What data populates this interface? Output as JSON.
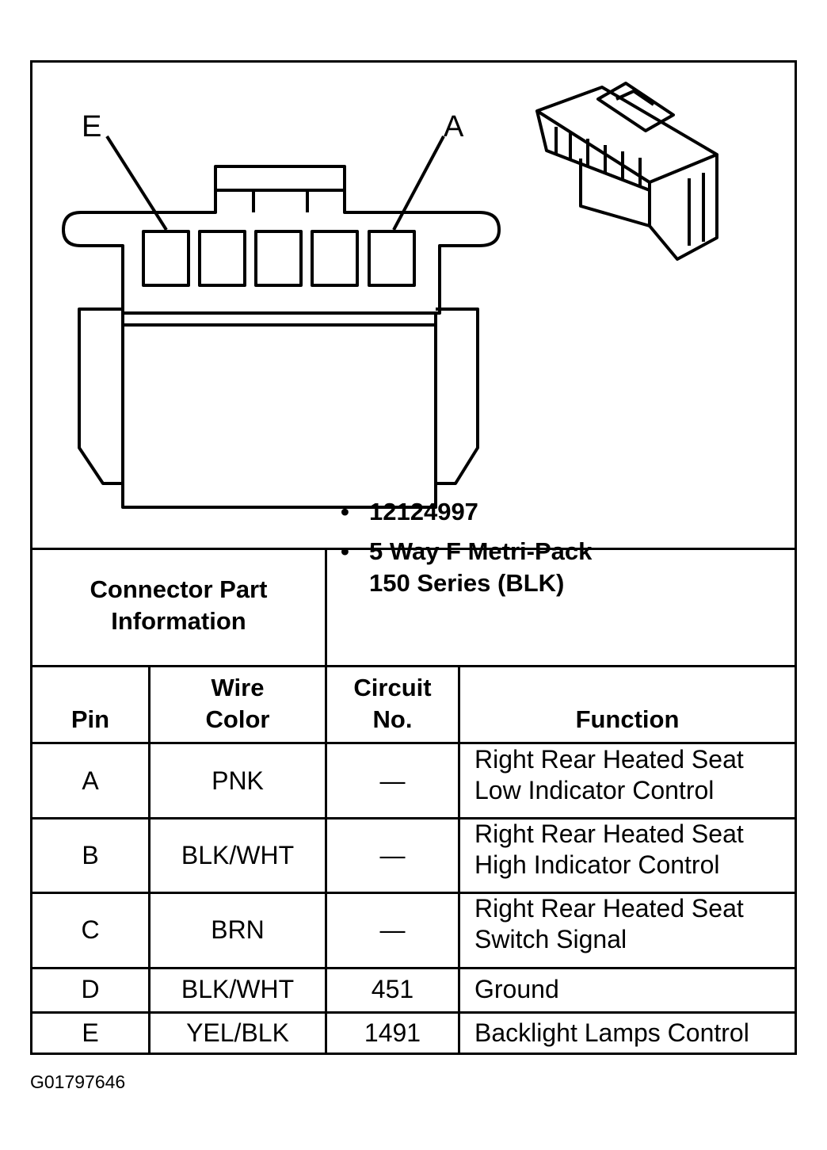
{
  "diagram": {
    "pin_labels": {
      "left": "E",
      "right": "A"
    }
  },
  "connector_info": {
    "label_line1": "Connector Part",
    "label_line2": "Information",
    "part_number": "12124997",
    "description_line1": "5 Way F Metri-Pack",
    "description_line2": "150 Series (BLK)",
    "bullet": "•"
  },
  "table": {
    "headers": {
      "pin": "Pin",
      "wire_color_line1": "Wire",
      "wire_color_line2": "Color",
      "circuit_line1": "Circuit",
      "circuit_line2": "No.",
      "function": "Function"
    },
    "rows": [
      {
        "pin": "A",
        "wire_color": "PNK",
        "circuit": "—",
        "function_line1": "Right Rear Heated Seat",
        "function_line2": "Low Indicator Control"
      },
      {
        "pin": "B",
        "wire_color": "BLK/WHT",
        "circuit": "—",
        "function_line1": "Right Rear Heated Seat",
        "function_line2": "High Indicator Control"
      },
      {
        "pin": "C",
        "wire_color": "BRN",
        "circuit": "—",
        "function_line1": "Right Rear Heated Seat",
        "function_line2": "Switch Signal"
      },
      {
        "pin": "D",
        "wire_color": "BLK/WHT",
        "circuit": "451",
        "function_line1": "Ground",
        "function_line2": ""
      },
      {
        "pin": "E",
        "wire_color": "YEL/BLK",
        "circuit": "1491",
        "function_line1": "Backlight Lamps Control",
        "function_line2": ""
      }
    ]
  },
  "figure_id": "G01797646"
}
